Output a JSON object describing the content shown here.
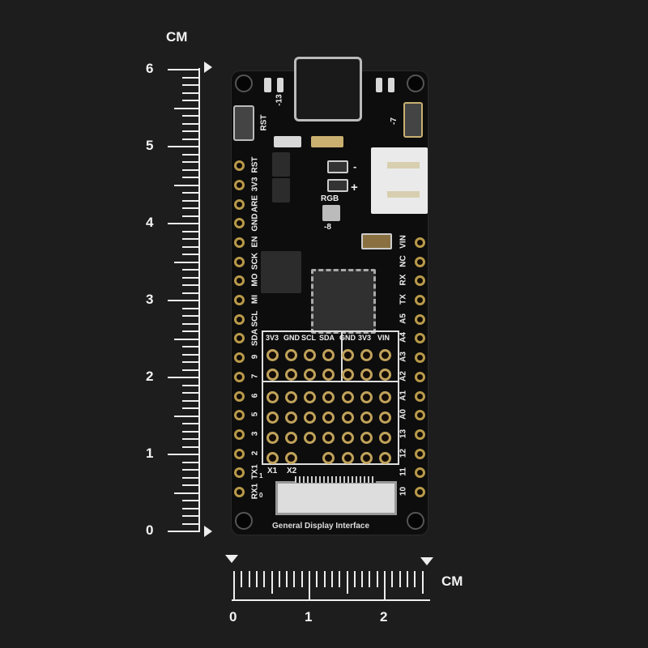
{
  "ruler_vertical": {
    "unit": "CM",
    "labels": [
      "0",
      "1",
      "2",
      "3",
      "4",
      "5",
      "6"
    ]
  },
  "ruler_horizontal": {
    "unit": "CM",
    "labels": [
      "0",
      "1",
      "2"
    ]
  },
  "board": {
    "left_pins": [
      "RX1",
      "TX1",
      "2",
      "3",
      "5",
      "6",
      "7",
      "9",
      "SDA",
      "SCL",
      "MI",
      "MO",
      "SCK",
      "EN",
      "GND",
      "ARE",
      "3V3",
      "RST"
    ],
    "left_pin_subs": [
      "0",
      "1"
    ],
    "right_pins": [
      "10",
      "11",
      "12",
      "13",
      "A0",
      "A1",
      "A2",
      "A3",
      "A4",
      "A5",
      "TX",
      "RX",
      "NC",
      "VIN"
    ],
    "button_label": "RST",
    "led_labels": {
      "top": "-13",
      "right": "-7",
      "rgb": "RGB",
      "rgb_pin": "-8"
    },
    "battery_labels": {
      "minus": "-",
      "plus": "+"
    },
    "header_left": [
      "3V3",
      "GND",
      "SCL",
      "SDA"
    ],
    "header_right": [
      "GND",
      "3V3",
      "VIN"
    ],
    "crystal_labels": [
      "X1",
      "X2"
    ],
    "connector_label": "General Display Interface"
  },
  "colors": {
    "background": "#1d1d1d",
    "board": "#0d0d0d",
    "gold": "#b89a4a"
  }
}
